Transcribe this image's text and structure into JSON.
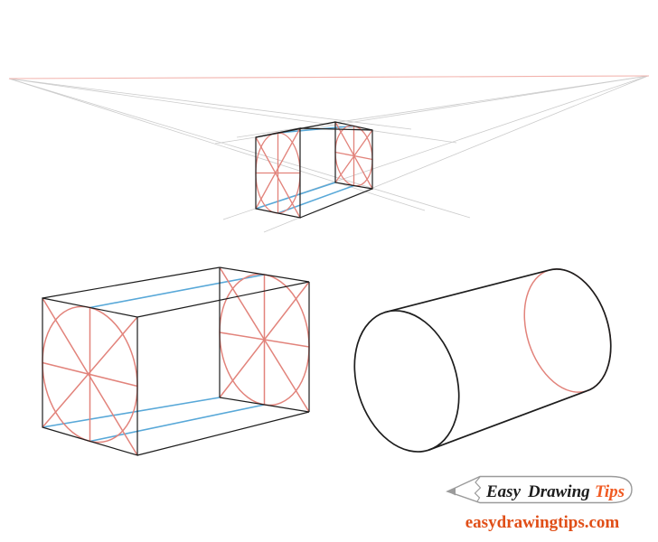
{
  "branding": {
    "logo": {
      "easy": "Easy",
      "drawing": "Drawing",
      "tips": "Tips"
    },
    "website": "easydrawingtips.com"
  },
  "colors": {
    "background": "#ffffff",
    "horizon_pink": "#f2b3ad",
    "construction_gray": "#cbcbcb",
    "outline_black": "#1d1d1d",
    "guide_red": "#e2837b",
    "guide_blue": "#58a8d8",
    "brand_orange": "#f05a22",
    "website_red": "#e04e17",
    "pencil_gray": "#9b9b9b"
  }
}
